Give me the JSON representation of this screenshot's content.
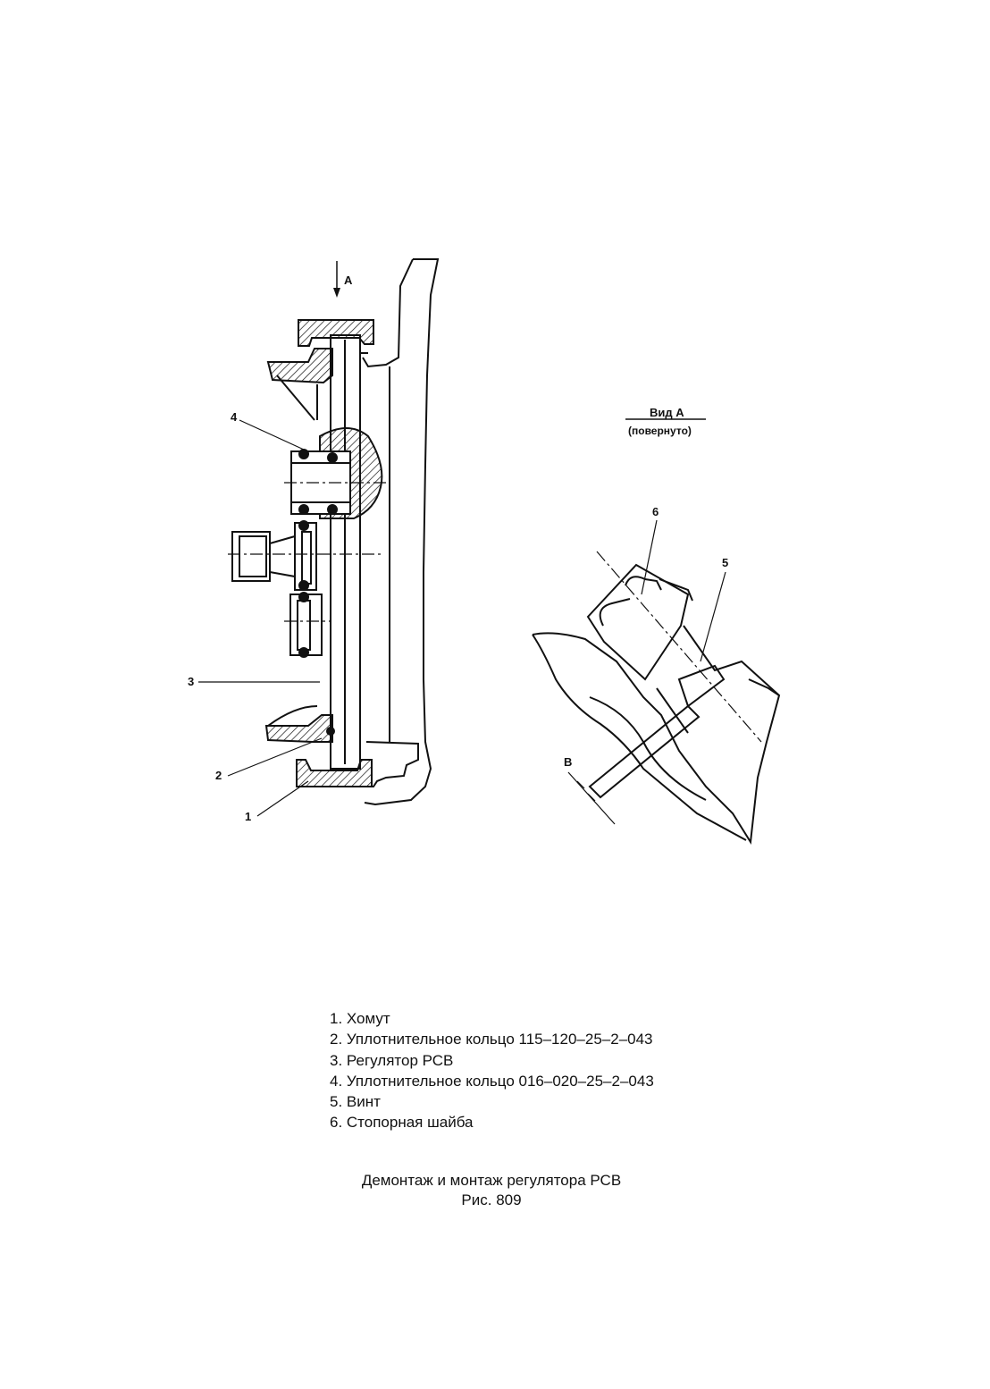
{
  "figure": {
    "view_label": "Вид А",
    "view_sublabel": "(повернуто)",
    "arrow_label": "А",
    "dimension_label": "В",
    "callouts": [
      "1",
      "2",
      "3",
      "4",
      "5",
      "6"
    ]
  },
  "legend": [
    "1. Хомут",
    "2. Уплотнительное кольцо 115–120–25–2–043",
    "3. Регулятор РСВ",
    "4. Уплотнительное кольцо 016–020–25–2–043",
    "5. Винт",
    "6. Стопорная шайба"
  ],
  "caption": {
    "title": "Демонтаж и монтаж регулятора РСВ",
    "figure_number": "Рис. 809"
  }
}
